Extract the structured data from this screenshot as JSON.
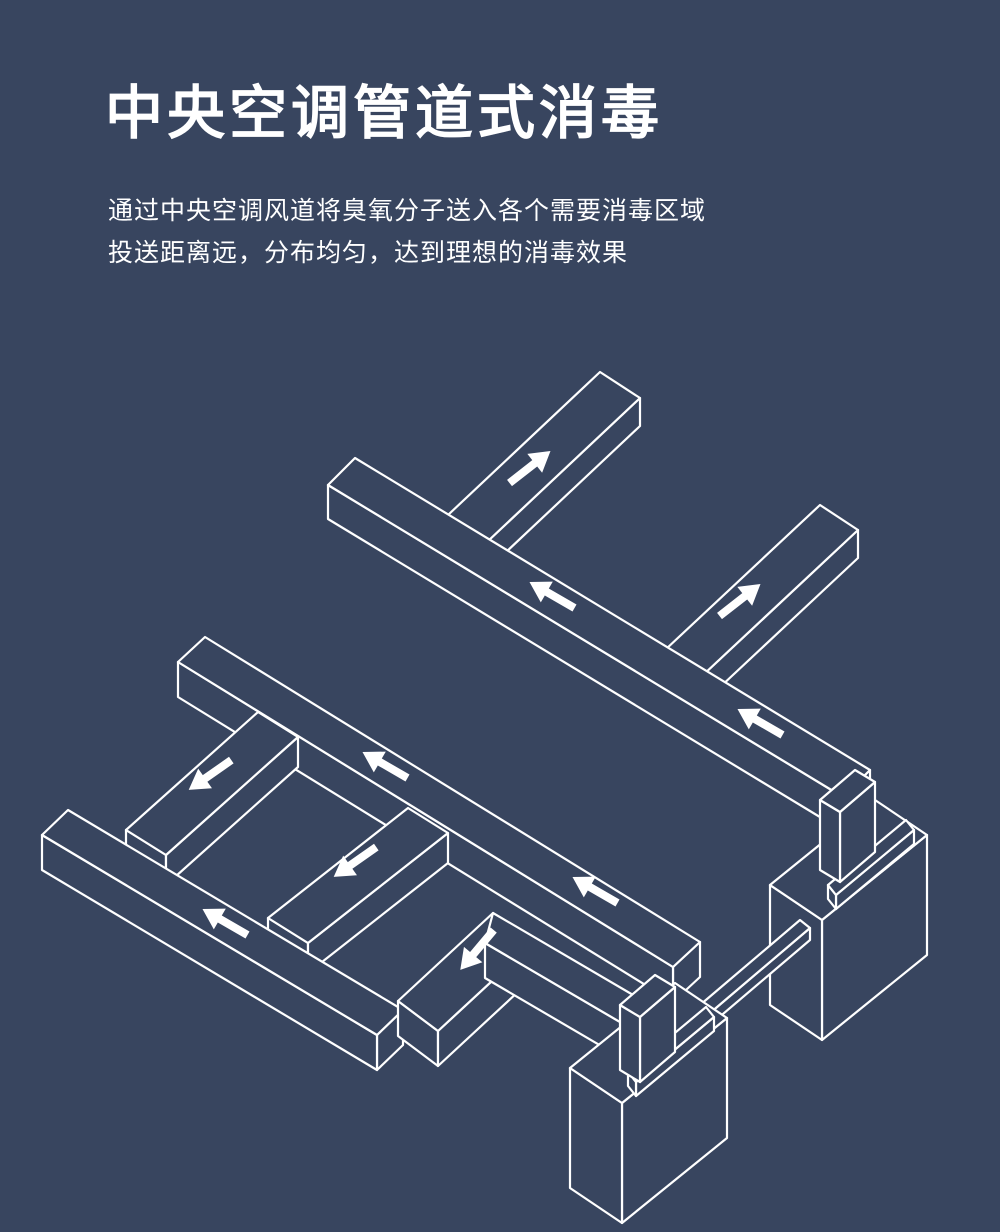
{
  "title": "中央空调管道式消毒",
  "description": [
    "通过中央空调风道将臭氧分子送入各个需要消毒区域",
    "投送距离远，分布均匀，达到理想的消毒效果"
  ],
  "diagram": {
    "subject": "central-air-conditioning-duct-ozone-distribution",
    "arrow_icon": "airflow-arrow",
    "colors": {
      "background": "#38455f",
      "line": "#ffffff"
    }
  }
}
